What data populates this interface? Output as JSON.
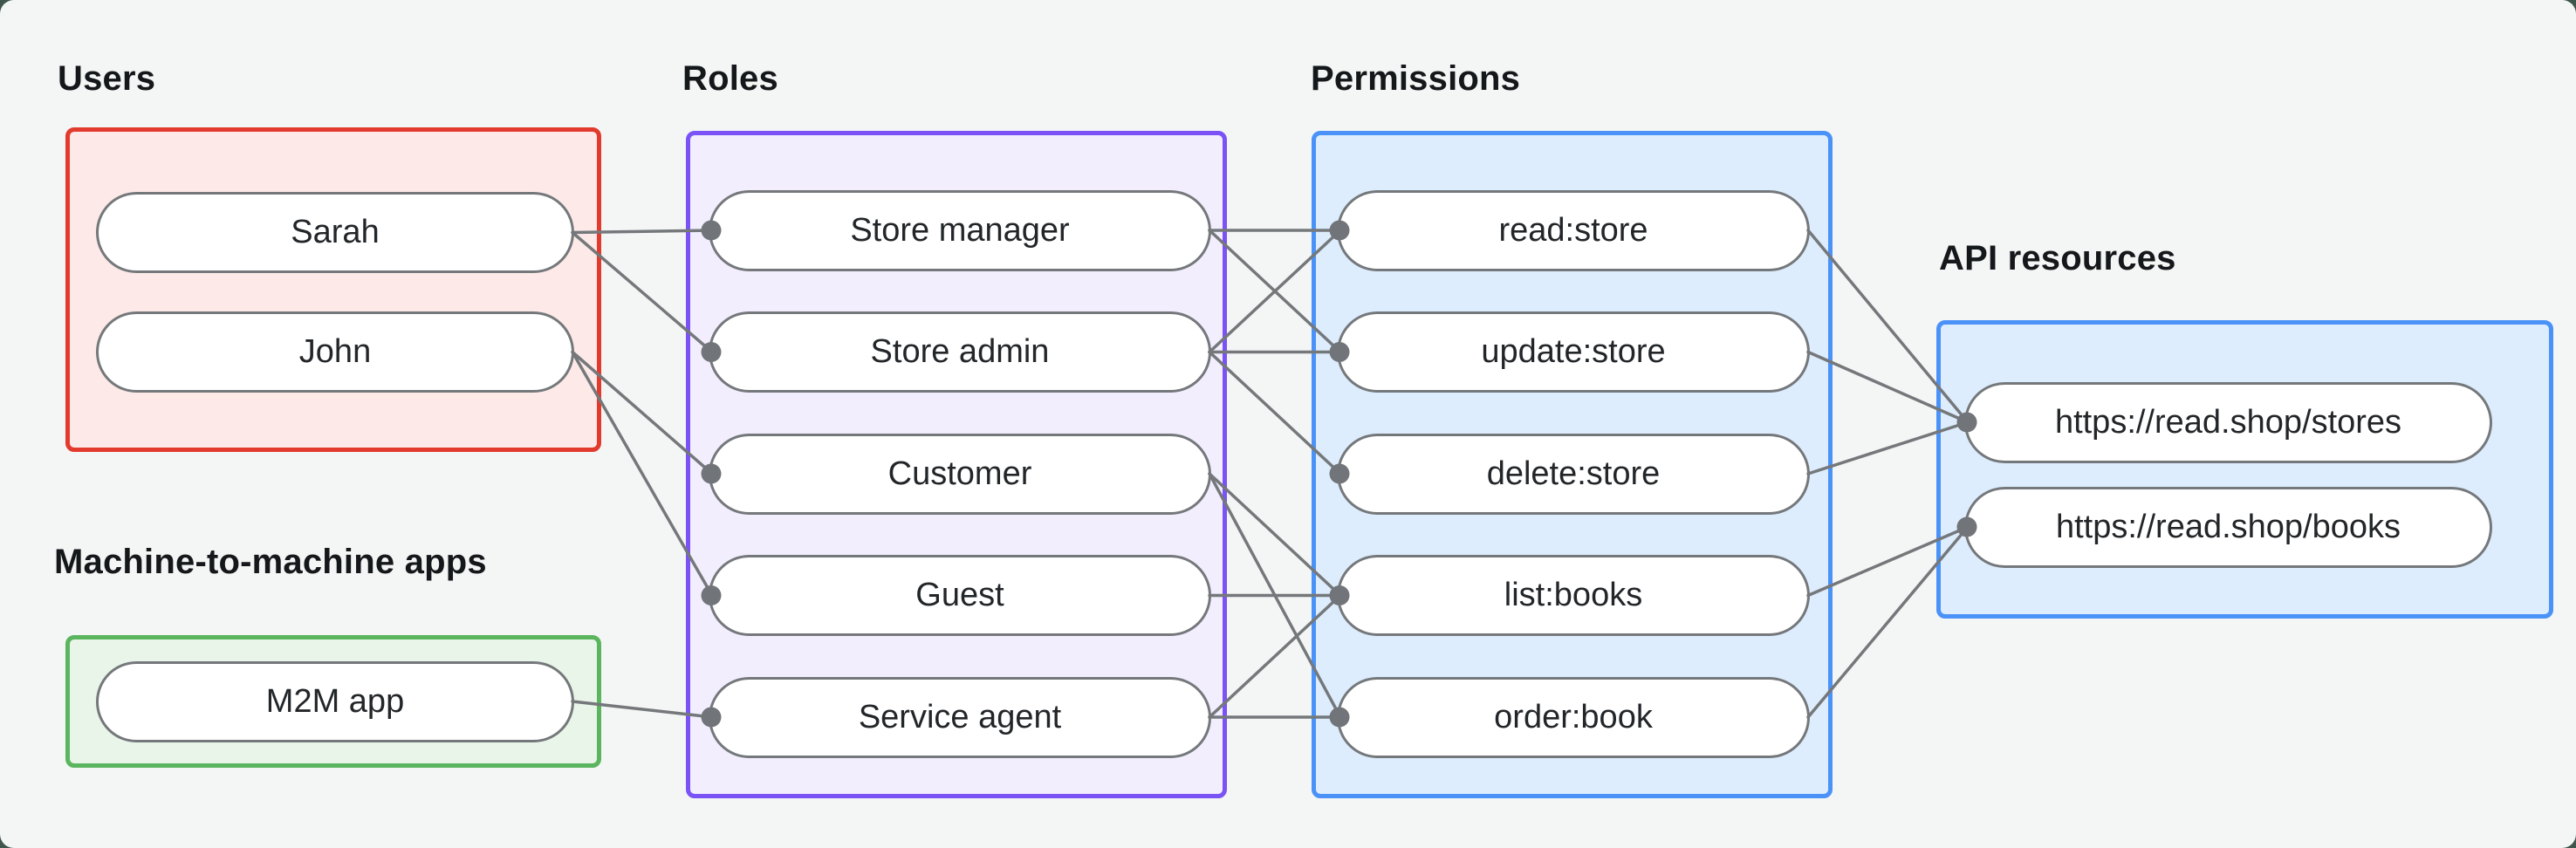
{
  "groups": {
    "users": {
      "label": "Users",
      "items": [
        {
          "id": "sarah",
          "label": "Sarah"
        },
        {
          "id": "john",
          "label": "John"
        }
      ]
    },
    "m2m": {
      "label": "Machine-to-machine apps",
      "items": [
        {
          "id": "m2m-app",
          "label": "M2M app"
        }
      ]
    },
    "roles": {
      "label": "Roles",
      "items": [
        {
          "id": "store-manager",
          "label": "Store manager"
        },
        {
          "id": "store-admin",
          "label": "Store admin"
        },
        {
          "id": "customer",
          "label": "Customer"
        },
        {
          "id": "guest",
          "label": "Guest"
        },
        {
          "id": "service-agent",
          "label": "Service agent"
        }
      ]
    },
    "permissions": {
      "label": "Permissions",
      "items": [
        {
          "id": "read-store",
          "label": "read:store"
        },
        {
          "id": "update-store",
          "label": "update:store"
        },
        {
          "id": "delete-store",
          "label": "delete:store"
        },
        {
          "id": "list-books",
          "label": "list:books"
        },
        {
          "id": "order-book",
          "label": "order:book"
        }
      ]
    },
    "api": {
      "label": "API resources",
      "items": [
        {
          "id": "api-stores",
          "label": "https://read.shop/stores"
        },
        {
          "id": "api-books",
          "label": "https://read.shop/books"
        }
      ]
    }
  },
  "edges": [
    [
      "sarah",
      "store-manager"
    ],
    [
      "sarah",
      "store-admin"
    ],
    [
      "john",
      "customer"
    ],
    [
      "john",
      "guest"
    ],
    [
      "m2m-app",
      "service-agent"
    ],
    [
      "store-manager",
      "read-store"
    ],
    [
      "store-manager",
      "update-store"
    ],
    [
      "store-admin",
      "read-store"
    ],
    [
      "store-admin",
      "update-store"
    ],
    [
      "store-admin",
      "delete-store"
    ],
    [
      "customer",
      "list-books"
    ],
    [
      "customer",
      "order-book"
    ],
    [
      "guest",
      "list-books"
    ],
    [
      "service-agent",
      "list-books"
    ],
    [
      "service-agent",
      "order-book"
    ],
    [
      "read-store",
      "api-stores"
    ],
    [
      "update-store",
      "api-stores"
    ],
    [
      "delete-store",
      "api-stores"
    ],
    [
      "list-books",
      "api-books"
    ],
    [
      "order-book",
      "api-books"
    ]
  ],
  "colors": {
    "page_edge": "#3d574c",
    "canvas_background": "#f4f6f5",
    "users_border": "#e23b2e",
    "users_fill": "#fdeae8",
    "m2m_border": "#5bb55f",
    "m2m_fill": "#e9f5e9",
    "roles_border": "#7a52f5",
    "roles_fill": "#f2eefe",
    "permissions_border": "#4b92f8",
    "permissions_fill": "#ddedfd",
    "api_border": "#4b92f8",
    "api_fill": "#ddedfd",
    "pill_border": "#75787b",
    "pill_fill": "#ffffff",
    "edge_line": "#75787b",
    "edge_dot": "#717478",
    "text": "#232629",
    "label_text": "#15181b"
  }
}
